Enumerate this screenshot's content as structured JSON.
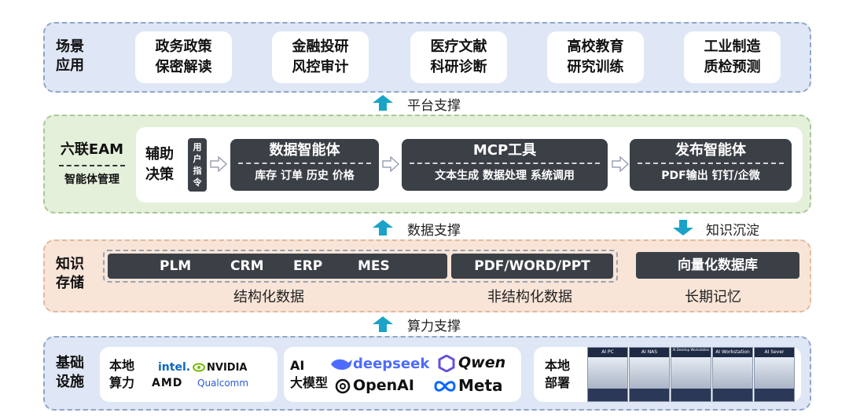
{
  "scene": {
    "title_line1": "场景",
    "title_line2": "应用",
    "cards": [
      {
        "line1": "政务政策",
        "line2": "保密解读"
      },
      {
        "line1": "金融投研",
        "line2": "风控审计"
      },
      {
        "line1": "医疗文献",
        "line2": "科研诊断"
      },
      {
        "line1": "高校教育",
        "line2": "研究训练"
      },
      {
        "line1": "工业制造",
        "line2": "质检预测"
      }
    ]
  },
  "arrows": {
    "platform": "平台支撑",
    "data": "数据支撑",
    "knowledge": "知识沉淀",
    "compute": "算力支撑"
  },
  "eam": {
    "title": "六联EAM",
    "subtitle": "智能体管理",
    "assist_line1": "辅助",
    "assist_line2": "决策",
    "instruction": [
      "用",
      "户",
      "指",
      "令"
    ],
    "agent": {
      "title": "数据智能体",
      "sub": "库存 订单 历史 价格"
    },
    "mcp": {
      "title": "MCP工具",
      "sub": "文本生成 数据处理 系统调用"
    },
    "publish": {
      "title": "发布智能体",
      "sub": "PDF输出 钉钉/企微"
    }
  },
  "knowledge": {
    "title_line1": "知识",
    "title_line2": "存储",
    "structured": [
      "PLM",
      "CRM",
      "ERP",
      "MES"
    ],
    "unstructured": "PDF/WORD/PPT",
    "vector_db": "向量化数据库",
    "structured_label": "结构化数据",
    "unstructured_label": "非结构化数据",
    "memory_label": "长期记忆"
  },
  "infra": {
    "title_line1": "基础",
    "title_line2": "设施",
    "local_compute_line1": "本地",
    "local_compute_line2": "算力",
    "chip_brands": [
      "intel.",
      "NVIDIA",
      "AMD",
      "Qualcomm"
    ],
    "ai_line1": "AI",
    "ai_line2": "大模型",
    "model_brands": [
      "deepseek",
      "Qwen",
      "OpenAI",
      "Meta"
    ],
    "deploy_line1": "本地",
    "deploy_line2": "部署",
    "products": [
      "AI PC",
      "AI NAS",
      "AI Desktop Workstation",
      "AI Workstation",
      "AI Sever"
    ]
  },
  "colors": {
    "scene_bg": "#dfe6f5",
    "eam_bg": "#e4f0da",
    "knowledge_bg": "#f8e5d8",
    "dark_box": "#3b3f46",
    "arrow": "#1aa3c7"
  }
}
